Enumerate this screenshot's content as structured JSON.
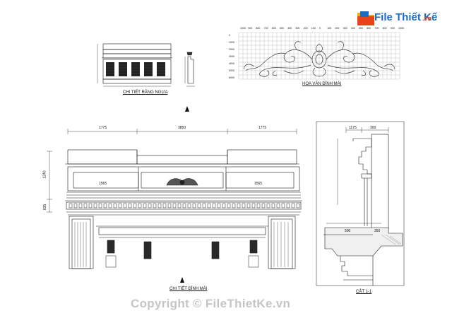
{
  "brand": {
    "name": "File Thiết Kế",
    "domain": ".vn",
    "colors": {
      "primary": "#1e6bc2",
      "accent": "#e8431a"
    }
  },
  "watermark": {
    "text": "Copyright © FileThietKe.vn"
  },
  "drawings": {
    "rang_ngua": {
      "title": "CHI TIẾT RĂNG NGỰA"
    },
    "hoa_van": {
      "title": "HOA VĂN ĐỈNH MÁI"
    },
    "dinh_mai": {
      "title": "CHI TIẾT ĐỈNH MÁI",
      "dims_top": [
        "1775",
        "3850",
        "1775"
      ],
      "dims_panel": [
        "1565",
        "1565"
      ],
      "dims_left": [
        "1240",
        "835"
      ]
    },
    "cat": {
      "title": "CẮT 1-1",
      "dims_top": [
        "1175",
        "300"
      ],
      "dims_bottom": [
        "500",
        "350"
      ]
    }
  },
  "grid_scale": {
    "x_labels": [
      "1000",
      "900",
      "800",
      "700",
      "600",
      "500",
      "400",
      "300",
      "200",
      "100",
      "0",
      "100",
      "200",
      "300",
      "400",
      "500",
      "600",
      "700",
      "800",
      "900",
      "1000"
    ],
    "y_labels": [
      "0",
      "1000",
      "2000",
      "3000",
      "4000",
      "5000",
      "6000"
    ]
  },
  "colors": {
    "line": "#1a1a1a",
    "grid": "#8a8a8a",
    "ornament": "#3a3a3a"
  }
}
